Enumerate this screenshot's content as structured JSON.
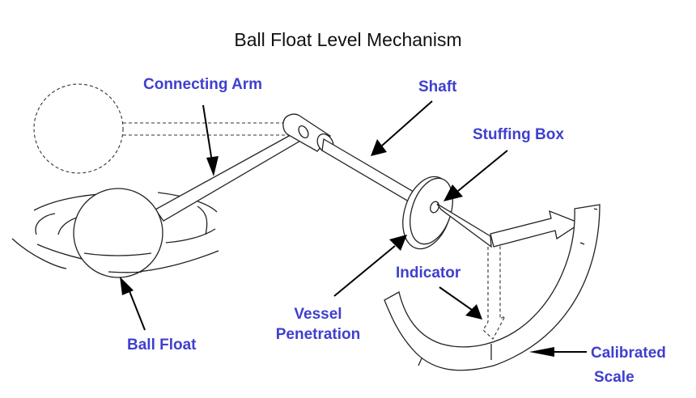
{
  "title": "Ball Float Level Mechanism",
  "label_color": "#3f3fcf",
  "labels": {
    "connecting_arm": "Connecting Arm",
    "shaft": "Shaft",
    "stuffing_box": "Stuffing Box",
    "ball_float": "Ball Float",
    "vessel_line1": "Vessel",
    "vessel_line2": "Penetration",
    "indicator": "Indicator",
    "scale_line1": "Calibrated",
    "scale_line2": "Scale"
  }
}
